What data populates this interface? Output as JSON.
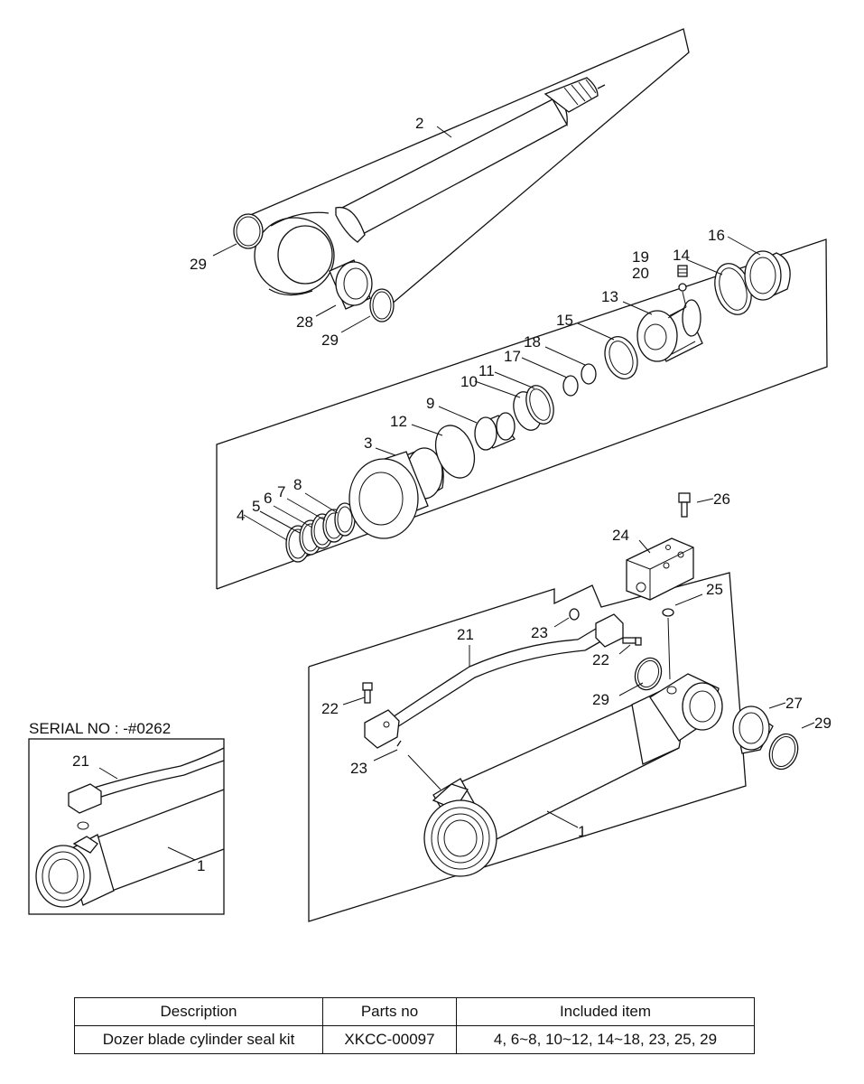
{
  "diagram": {
    "serial_label": "SERIAL NO : -#0262",
    "callouts": {
      "rod": "2",
      "rod_oring_left": "29",
      "rod_bushing": "28",
      "rod_oring_right": "29",
      "gland": "3",
      "ring_4": "4",
      "ring_5": "5",
      "ring_6": "6",
      "ring_7": "7",
      "ring_8": "8",
      "bushing_9": "9",
      "seal_10": "10",
      "seal_11": "11",
      "oring_12": "12",
      "piston": "13",
      "seal_14": "14",
      "seal_15": "15",
      "nut_16": "16",
      "ring_17": "17",
      "ring_18": "18",
      "setscrew_19": "19",
      "ball_20": "20",
      "pipe": "21",
      "bolt_left": "22",
      "bolt_right": "22",
      "oring_left": "23",
      "oring_right": "23",
      "valve_block": "24",
      "oring_25": "25",
      "bolt_26": "26",
      "tube_bushing": "27",
      "tube_oring_left": "29",
      "tube_oring_right": "29",
      "tube": "1",
      "inset_pipe": "21",
      "inset_tube": "1"
    }
  },
  "kit_table": {
    "headers": [
      "Description",
      "Parts no",
      "Included item"
    ],
    "row": {
      "description": "Dozer blade cylinder seal kit",
      "parts_no": "XKCC-00097",
      "included": "4, 6~8, 10~12, 14~18, 23, 25, 29"
    }
  }
}
